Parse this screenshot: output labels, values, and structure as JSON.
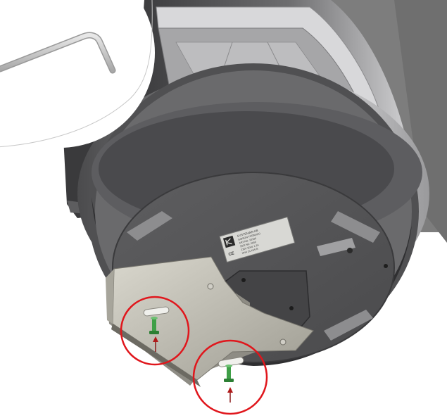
{
  "nameplate": {
    "logo": "kt-logo",
    "lines": [
      "SYSTEMAIR AB",
      "GIBSON TORNADO",
      "ART.NO. 33180",
      "SER.NO. 0000",
      "230V 50Hz 1.2A",
      "IP44 CLASS B"
    ],
    "ce_mark": "CE"
  },
  "callouts": [
    {
      "name": "left-mounting-screw",
      "shape": "red-circle",
      "arrow_color": "#8b1a1a"
    },
    {
      "name": "right-mounting-screw",
      "shape": "red-circle",
      "arrow_color": "#8b1a1a"
    }
  ],
  "colors": {
    "highlight_circle": "#e0161c",
    "screw": "#2f8f3a",
    "bracket": "#c8c6bc",
    "housing_dark": "#5a5a5c",
    "housing_light": "#b9b9bb",
    "wall": "#7f7f7f"
  },
  "inset": {
    "tool": "allen-key",
    "shape": "white-circle"
  }
}
